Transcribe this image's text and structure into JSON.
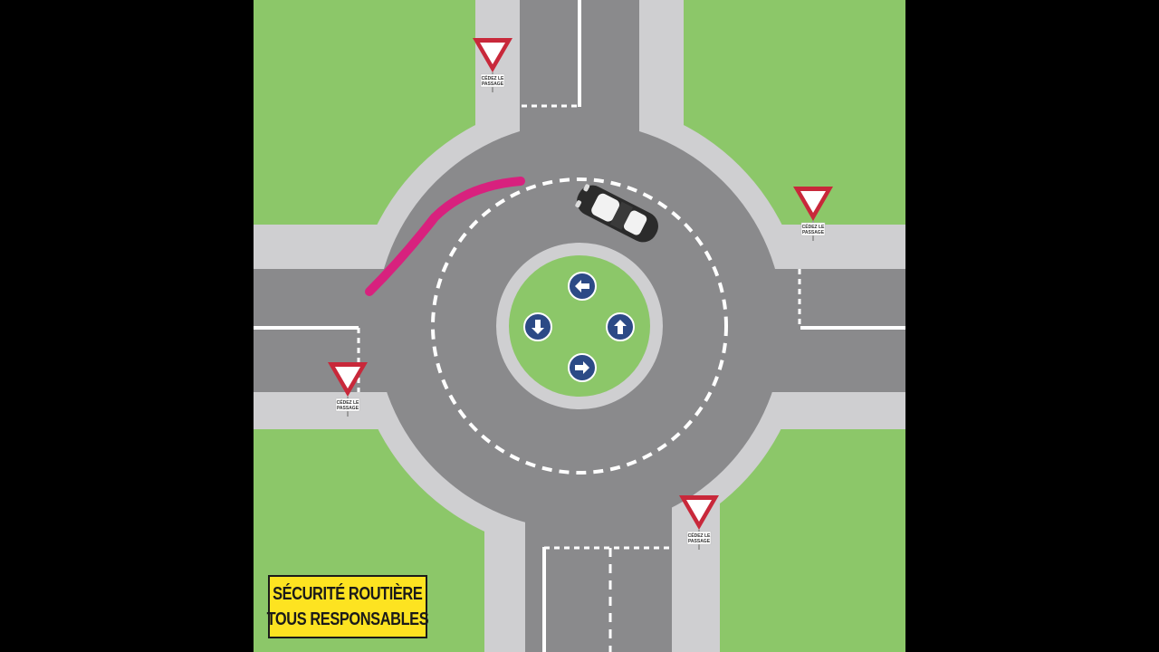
{
  "logo": {
    "line1": "SÉCURITÉ ROUTIÈRE",
    "line2": "TOUS RESPONSABLES"
  },
  "signs": [
    {
      "label_top": "CÉDEZ LE",
      "label_bottom": "PASSAGE"
    },
    {
      "label_top": "CÉDEZ LE",
      "label_bottom": "PASSAGE"
    },
    {
      "label_top": "CÉDEZ LE",
      "label_bottom": "PASSAGE"
    },
    {
      "label_top": "CÉDEZ LE",
      "label_bottom": "PASSAGE"
    }
  ],
  "colors": {
    "grass": "#8cc769",
    "sidewalk": "#cfcfd1",
    "road": "#8a8a8c",
    "marking": "#ffffff",
    "sign_red": "#c8283a",
    "arrow_blue": "#2c4a86",
    "trail": "#e0157c",
    "logo_yellow": "#fde321",
    "car": "#2b2b2b"
  },
  "icons": {
    "center_arrows": [
      "arrow-left-icon",
      "arrow-down-icon",
      "arrow-up-icon",
      "arrow-right-icon"
    ],
    "signs": "yield-sign-icon",
    "vehicle": "car-icon"
  }
}
